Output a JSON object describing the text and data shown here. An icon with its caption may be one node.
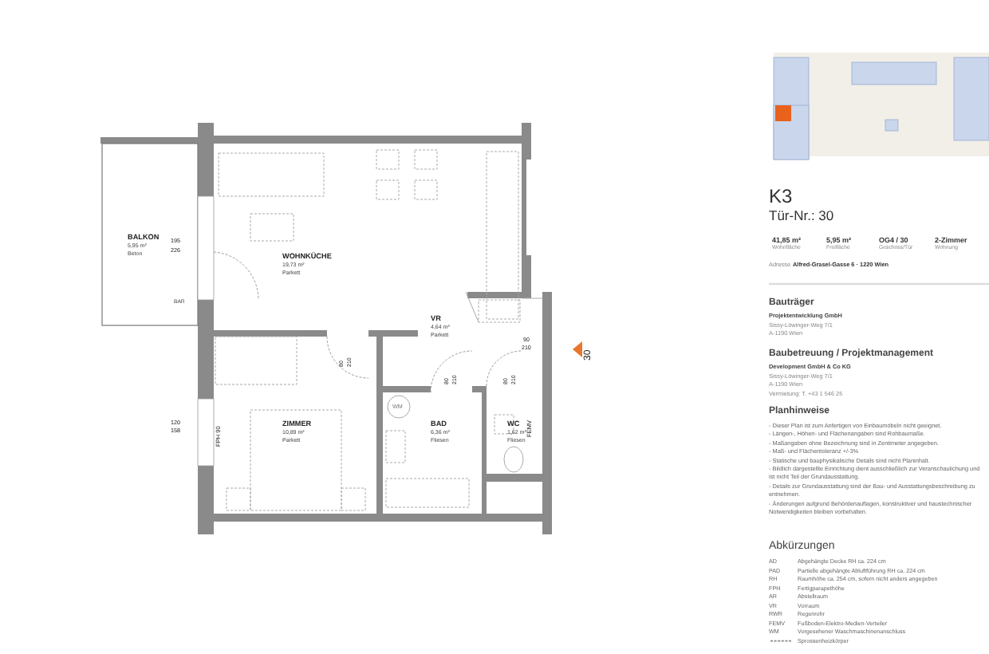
{
  "diagram": {
    "labels": [
      "BALKON",
      "5,95 m²",
      "Beton",
      "195",
      "226",
      "WOHNKÜCHE",
      "19,73 m²",
      "Parkett",
      "BAR",
      "VR",
      "4,64 m²",
      "Parkett",
      "80",
      "210",
      "80",
      "210",
      "90",
      "210",
      "80",
      "210",
      "120",
      "158",
      "FPH 90",
      "ZIMMER",
      "10,89 m²",
      "Parkett",
      "WM",
      "BAD",
      "6,36 m²",
      "Fliesen",
      "WC",
      "1,62 m²",
      "Fliesen",
      "FEMV",
      "30",
      "K3",
      "Tür-Nr.: 30",
      "41,85 m²",
      "Wohnfläche",
      "5,95 m²",
      "Freifläche",
      "OG4 / 30",
      "Geschoss/Tür",
      "2-Zimmer",
      "Wohnung",
      "Adresse",
      "Alfred-Grasel-Gasse 6 · 1220 Wien",
      "Bauträger",
      "Projektentwicklung GmbH",
      "Sissy-Löwinger-Weg 7/1",
      "A-1190 Wien",
      "Baubetreuung / Projektmanagement",
      "Development GmbH & Co KG",
      "Sissy-Löwinger-Weg 7/1",
      "A-1190 Wien",
      "Vermietung: T. +43 1 546 25",
      "Planhinweise",
      "- Dieser Plan ist zum Anfertigen von Einbaumöbeln nicht geeignet.",
      "- Längen-, Höhen- und Flächenangaben sind Rohbaumaße.",
      "- Maßangaben ohne Bezeichnung sind in Zentimeter angegeben.",
      "- Maß- und Flächentoleranz +/-3%",
      "- Statische und bauphysikalische Details sind nicht Planinhalt.",
      "- Bildlich dargestellte Einrichtung dient ausschließlich zur Veranschaulichung und ist nicht Teil der Grundausstattung.",
      "- Details zur Grundausstattung sind der Bau- und Ausstattungsbeschreibung zu entnehmen.",
      "- Änderungen aufgrund Behördenauflagen, konstruktiver und haustechnischer Notwendigkeiten bleiben vorbehalten.",
      "Abkürzungen",
      "AD",
      "Abgehängte Decke RH ca. 224 cm",
      "PAD",
      "Partielle abgehängte Abluftführung RH ca. 224 cm",
      "RH",
      "Raumhöhe ca. 254 cm, sofern nicht anders angegeben",
      "FPH",
      "Fertigparapethöhe",
      "AR",
      "Abstellraum",
      "VR",
      "Vorraum",
      "RWR",
      "Regenrohr",
      "FEMV",
      "Fußboden-Elektro-Medien-Verteiler",
      "WM",
      "Vorgesehener Waschmaschinenanschluss",
      "Sprossenheizkörper"
    ]
  }
}
